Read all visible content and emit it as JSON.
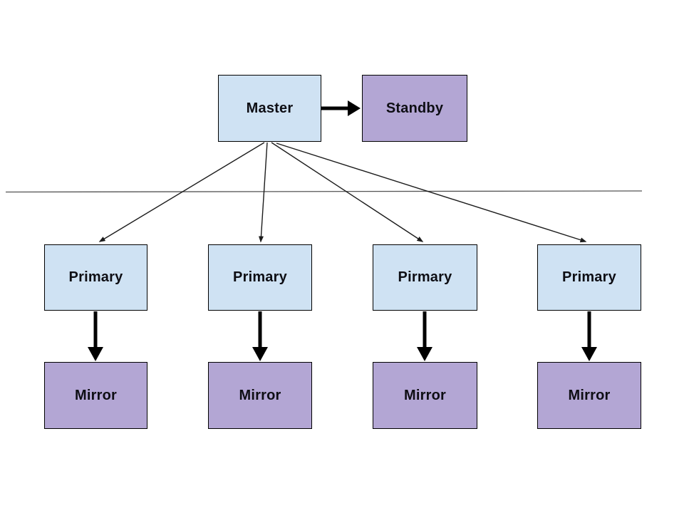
{
  "diagram": {
    "description": "Master-Standby replication diagram with four Primary segments each mirrored",
    "colors": {
      "primary_fill": "#cfe2f3",
      "mirror_fill": "#b3a6d4",
      "node_border": "#000000",
      "connector": "#1c1c1c",
      "divider_line": "#555555",
      "background": "#ffffff"
    },
    "nodes": {
      "master": {
        "label": "Master"
      },
      "standby": {
        "label": "Standby"
      },
      "primary1": {
        "label": "Primary"
      },
      "primary2": {
        "label": "Primary"
      },
      "primary3": {
        "label": "Pirmary"
      },
      "primary4": {
        "label": "Primary"
      },
      "mirror1": {
        "label": "Mirror"
      },
      "mirror2": {
        "label": "Mirror"
      },
      "mirror3": {
        "label": "Mirror"
      },
      "mirror4": {
        "label": "Mirror"
      }
    },
    "edges": [
      {
        "from": "master",
        "to": "standby",
        "style": "thick-arrow"
      },
      {
        "from": "master",
        "to": "primary1",
        "style": "thin-arrow"
      },
      {
        "from": "master",
        "to": "primary2",
        "style": "thin-arrow"
      },
      {
        "from": "master",
        "to": "primary3",
        "style": "thin-arrow"
      },
      {
        "from": "master",
        "to": "primary4",
        "style": "thin-arrow"
      },
      {
        "from": "primary1",
        "to": "mirror1",
        "style": "thick-arrow"
      },
      {
        "from": "primary2",
        "to": "mirror2",
        "style": "thick-arrow"
      },
      {
        "from": "primary3",
        "to": "mirror3",
        "style": "thick-arrow"
      },
      {
        "from": "primary4",
        "to": "mirror4",
        "style": "thick-arrow"
      }
    ],
    "divider": {
      "style": "horizontal-line"
    }
  }
}
